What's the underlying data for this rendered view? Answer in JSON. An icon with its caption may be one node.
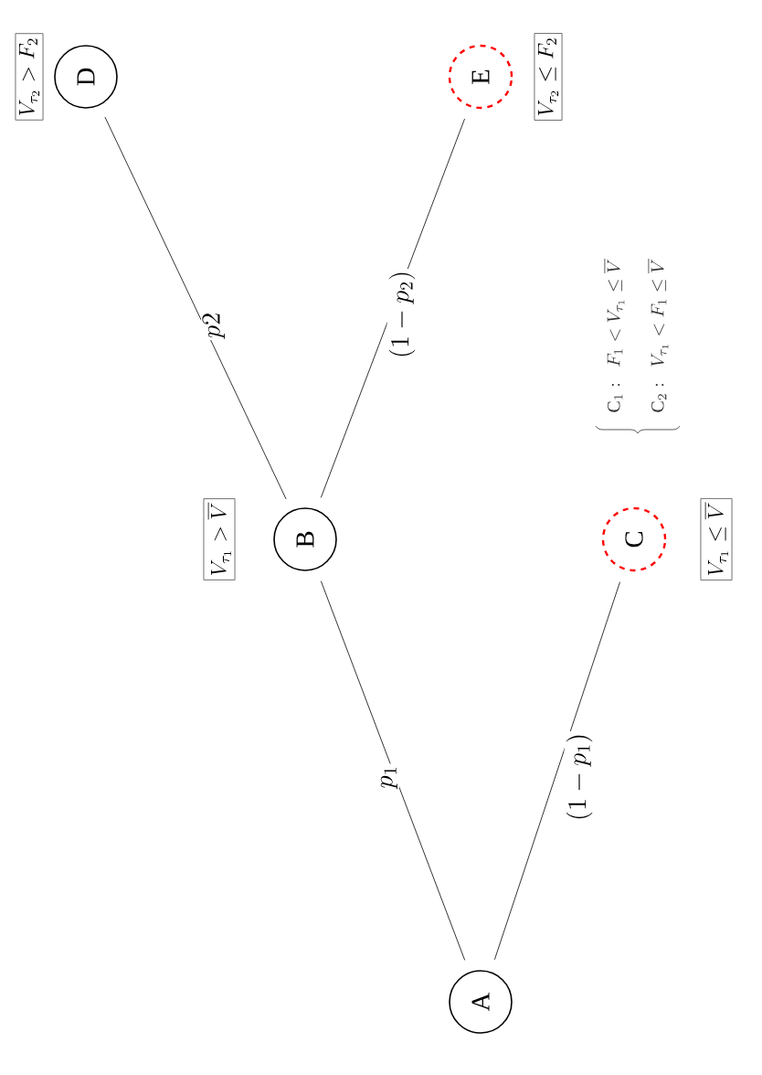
{
  "diagram": {
    "nodes": [
      {
        "text": [
          "A"
        ]
      },
      {
        "text": [
          "B"
        ],
        "beside": [
          "V_{\\tau_1} > \\overline{V}"
        ]
      },
      {
        "text": [
          "C"
        ],
        "beside": [
          "V_{\\tau_1} \\leq \\overline{V}"
        ]
      },
      {
        "text": [
          "D"
        ],
        "beside": [
          "V_{\\tau_2} > F_2"
        ]
      },
      {
        "text": [
          "E"
        ],
        "beside": [
          "V_{\\tau_2} \\leq F_2"
        ]
      }
    ],
    "edges": [
      {
        "from": 0,
        "to": 1,
        "arrow": "none",
        "label": "p_1"
      },
      {
        "from": 0,
        "to": 2,
        "arrow": "none",
        "label": "(1-p_1)"
      },
      {
        "from": 1,
        "to": 3,
        "arrow": "none",
        "label": "p2"
      },
      {
        "from": 1,
        "to": 4,
        "arrow": "none",
        "label": "(1-p_2)"
      }
    ],
    "labels": [
      "\\mathrm{C}_1:\\;\\; F_1 < V_{\\tau_1} \\leq \\overline{V}",
      "\\mathrm{C}_2:\\;\\; V_{\\tau_1} < F_1 \\leq \\overline{V}"
    ]
  }
}
